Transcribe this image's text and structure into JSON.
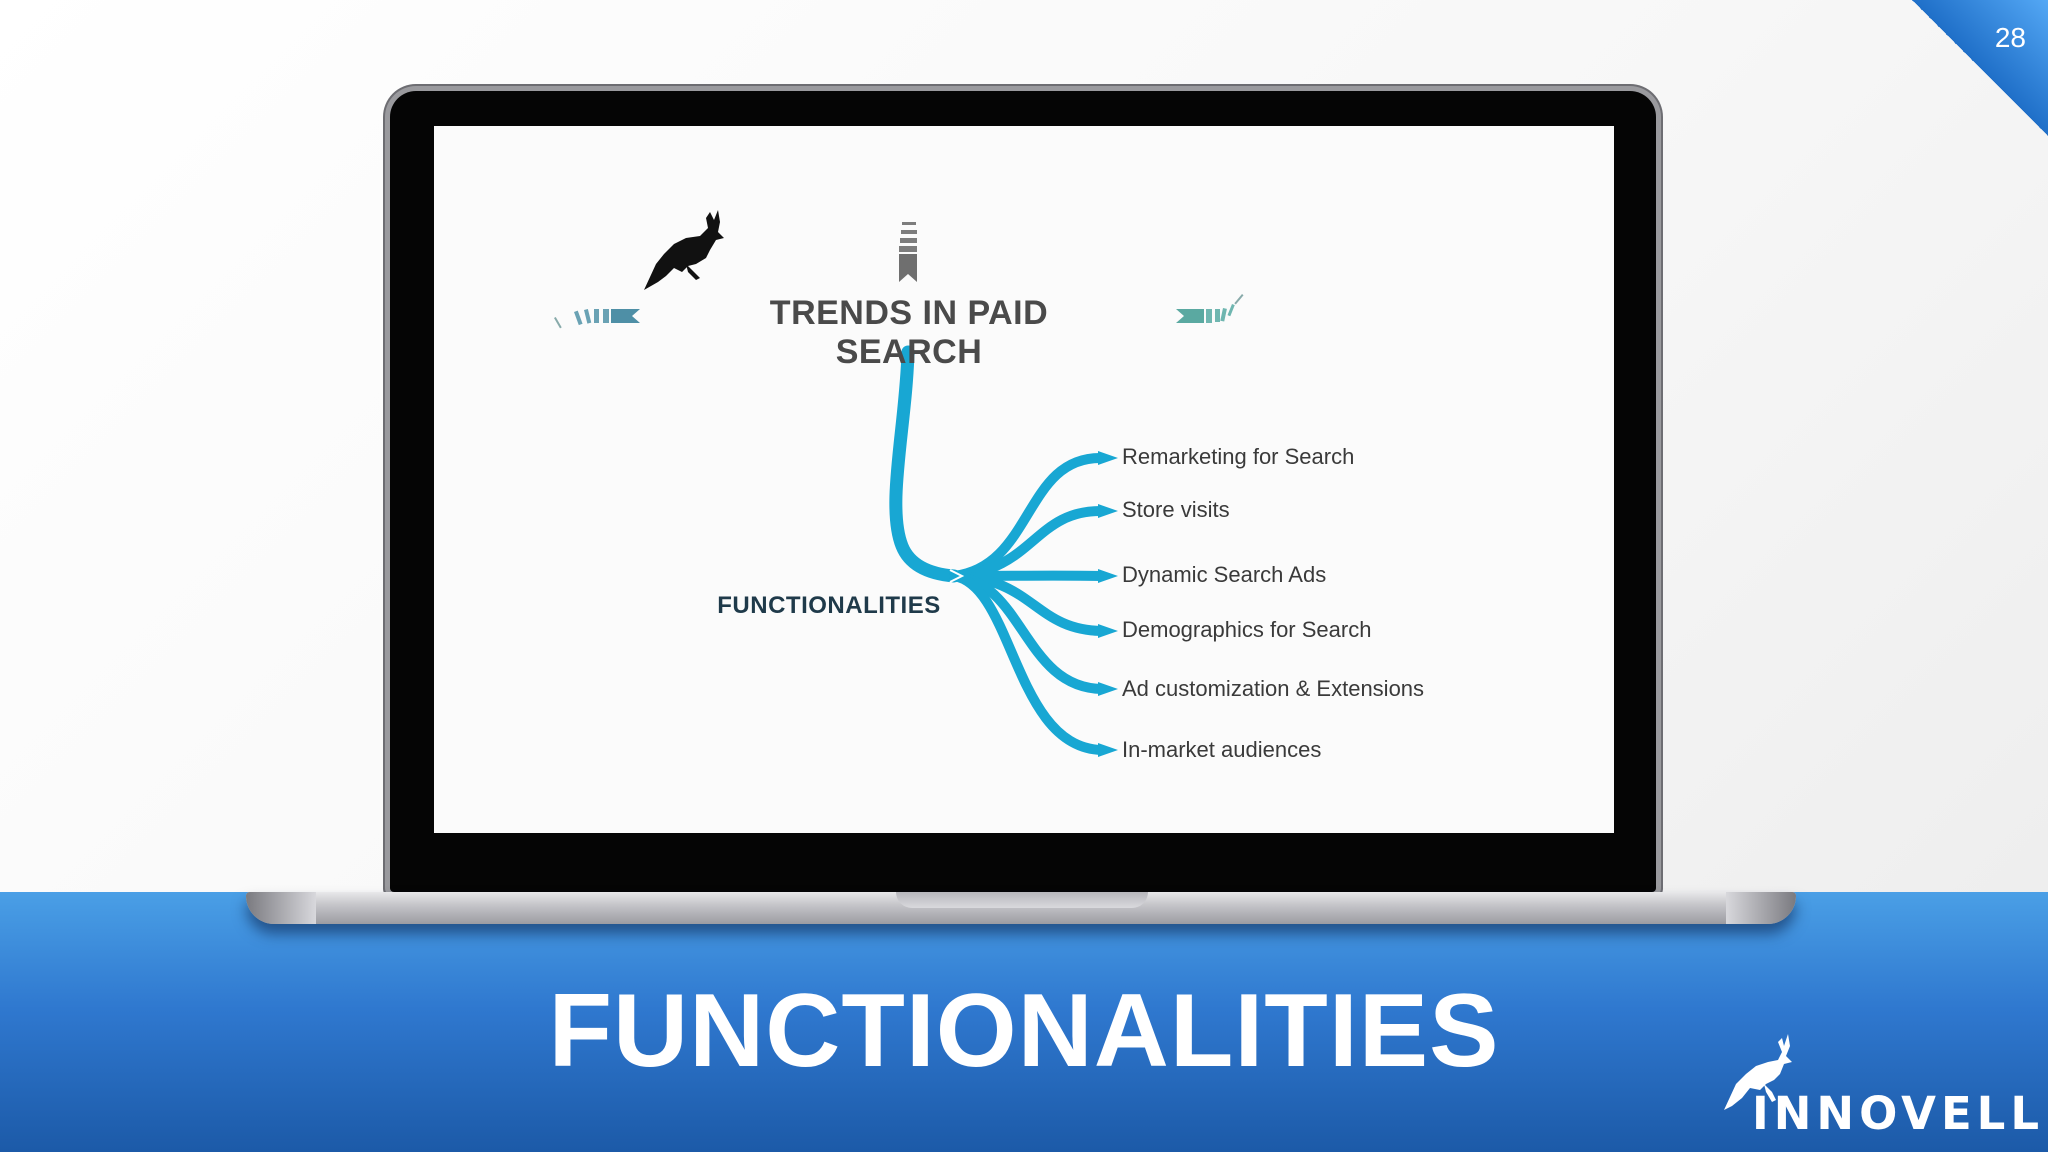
{
  "slide": {
    "page_number": "28",
    "title": "FUNCTIONALITIES"
  },
  "diagram": {
    "title": "TRENDS IN PAID SEARCH",
    "central_node": "FUNCTIONALITIES",
    "branches": [
      {
        "label": "Remarketing for Search"
      },
      {
        "label": "Store visits"
      },
      {
        "label": "Dynamic Search Ads"
      },
      {
        "label": "Demographics for Search"
      },
      {
        "label": "Ad customization & Extensions"
      },
      {
        "label": "In-market audiences"
      }
    ],
    "accent_color": "#18a7d3"
  },
  "brand": {
    "name": "INNOVELL",
    "logo_icon": "leaping-deer-icon"
  },
  "colors": {
    "band_top": "#4a9fe6",
    "band_bottom": "#1c5aa8",
    "corner": "#2f86dd"
  }
}
